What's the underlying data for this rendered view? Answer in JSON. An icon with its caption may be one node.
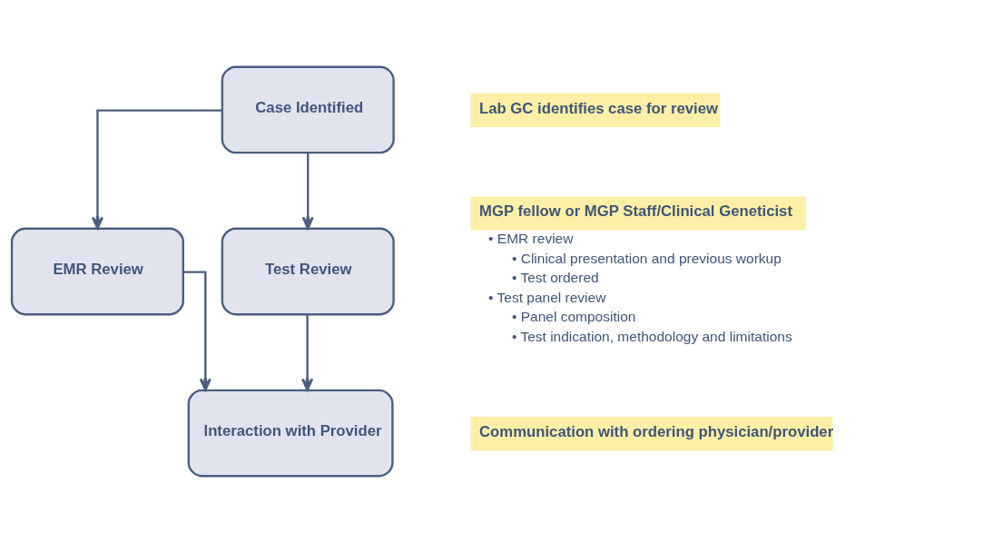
{
  "diagram": {
    "nodes": [
      {
        "text": [
          "Case Identified"
        ]
      },
      {
        "text": [
          "EMR Review"
        ]
      },
      {
        "text": [
          "Test Review"
        ]
      },
      {
        "text": [
          "Interaction with Provider"
        ]
      },
      {
        "text": [
          "Lab GC identifies case for review"
        ]
      },
      {
        "text": [
          "MGP fellow or MGP Staff/Clinical Geneticist"
        ],
        "beside": [
          "• EMR review",
          "• Clinical presentation and previous workup",
          "• Test ordered",
          "• Test panel review",
          "• Panel composition",
          "• Test indication, methodology and limitations"
        ]
      },
      {
        "text": [
          "Communication with ordering physician/provider"
        ]
      }
    ],
    "edges": [
      {
        "from": 0,
        "to": 1,
        "arrow": "to"
      },
      {
        "from": 0,
        "to": 2,
        "arrow": "to"
      },
      {
        "from": 1,
        "to": 3,
        "arrow": "to"
      },
      {
        "from": 2,
        "to": 3,
        "arrow": "to"
      }
    ]
  }
}
